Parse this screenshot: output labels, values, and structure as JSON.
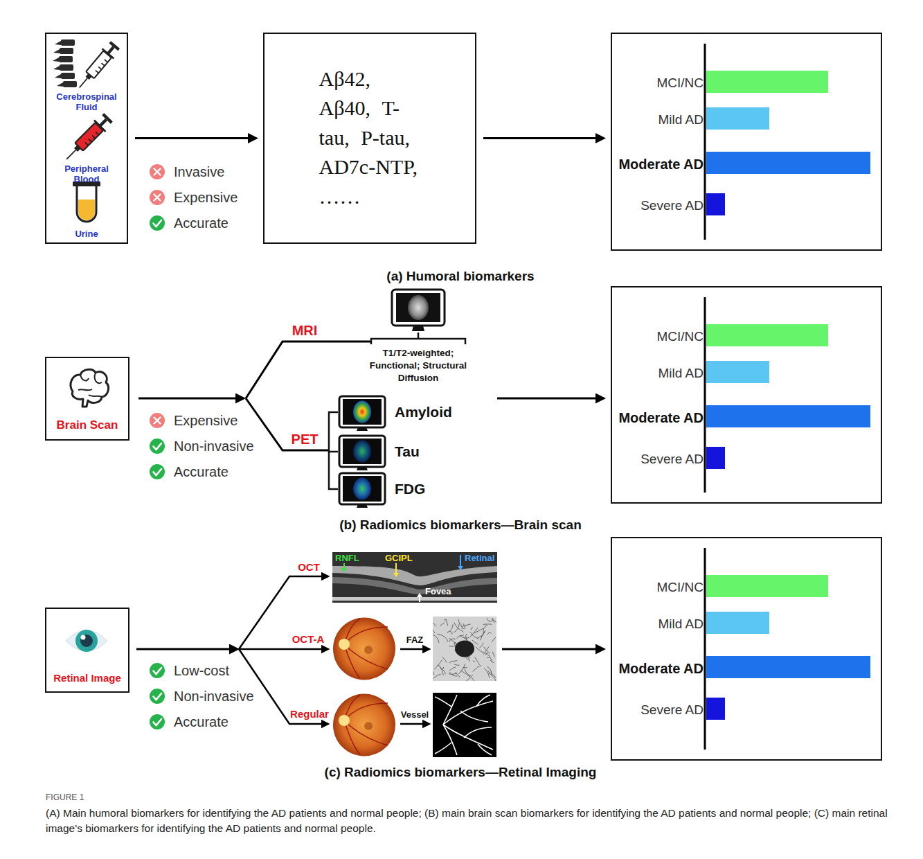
{
  "diagram": {
    "caption": "(A) Main humoral biomarkers for identifying the AD patients and normal people; (B) main brain scan biomarkers for identifying the AD patients and normal people; (C) main retinal image's biomarkers for identifying the AD patients and normal people.",
    "nodes": [
      {
        "text": [
          "Cerebrospinal Fluid",
          "Peripheral Blood",
          "Urine"
        ]
      },
      {
        "text": [
          "Aβ42, Aβ40, T-tau, P-tau, AD7c-NTP, ……"
        ]
      },
      {
        "text": [
          "MCI/NC",
          "Mild AD",
          "Moderate AD",
          "Severe AD"
        ]
      },
      {
        "text": [
          "Brain Scan"
        ]
      },
      {
        "text": [
          "MCI/NC",
          "Mild AD",
          "Moderate AD",
          "Severe AD"
        ]
      },
      {
        "text": [
          "Retinal Image"
        ]
      },
      {
        "text": [
          "MCI/NC",
          "Mild AD",
          "Moderate AD",
          "Severe AD"
        ]
      }
    ],
    "edges": [
      {
        "from": 0,
        "to": 1,
        "arrow": "to"
      },
      {
        "from": 1,
        "to": 2,
        "arrow": "to"
      }
    ],
    "labels": [
      "Invasive",
      "Expensive",
      "Accurate",
      "(a) Humoral biomarkers",
      "MRI",
      "T1/T2-weighted; Functional; Structural Diffusion",
      "PET",
      "Amyloid",
      "Tau",
      "FDG",
      "Expensive",
      "Non-invasive",
      "Accurate",
      "(b) Radiomics biomarkers—Brain scan",
      "OCT",
      "RNFL",
      "GCIPL",
      "Retinal",
      "Fovea",
      "OCT-A",
      "FAZ",
      "Regular",
      "Vessel",
      "Low-cost",
      "Non-invasive",
      "Accurate",
      "(c) Radiomics biomarkers—Retinal Imaging",
      "FIGURE 1"
    ]
  }
}
